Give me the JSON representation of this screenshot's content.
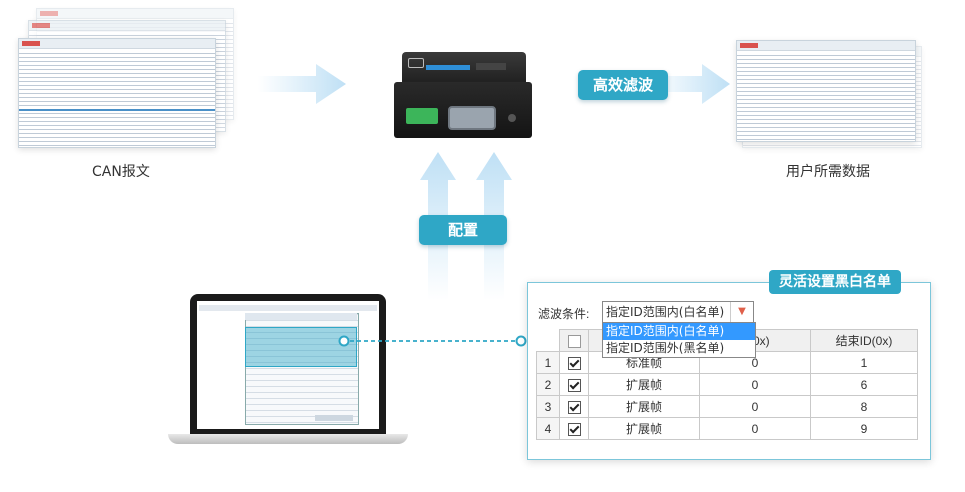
{
  "captions": {
    "can_message": "CAN报文",
    "user_data": "用户所需数据"
  },
  "labels": {
    "efficient_filter": "高效滤波",
    "configure": "配置",
    "flexible_list": "灵活设置黑白名单"
  },
  "filter_panel": {
    "condition_label": "滤波条件:",
    "selected_option": "指定ID范围内(白名单)",
    "options": [
      "指定ID范围内(白名单)",
      "指定ID范围外(黑名单)"
    ],
    "columns": [
      "",
      "",
      "",
      "D(0x)",
      "结束ID(0x)"
    ],
    "rows": [
      {
        "no": "1",
        "checked": true,
        "type": "标准帧",
        "start": "0",
        "end": "1"
      },
      {
        "no": "2",
        "checked": true,
        "type": "扩展帧",
        "start": "0",
        "end": "6"
      },
      {
        "no": "3",
        "checked": true,
        "type": "扩展帧",
        "start": "0",
        "end": "8"
      },
      {
        "no": "4",
        "checked": true,
        "type": "扩展帧",
        "start": "0",
        "end": "9"
      }
    ]
  },
  "colors": {
    "accent": "#2fa7c6",
    "arrow": "#cfe6f7",
    "dashed_line": "#2fa7c6",
    "dropdown_highlight": "#3399ff"
  }
}
